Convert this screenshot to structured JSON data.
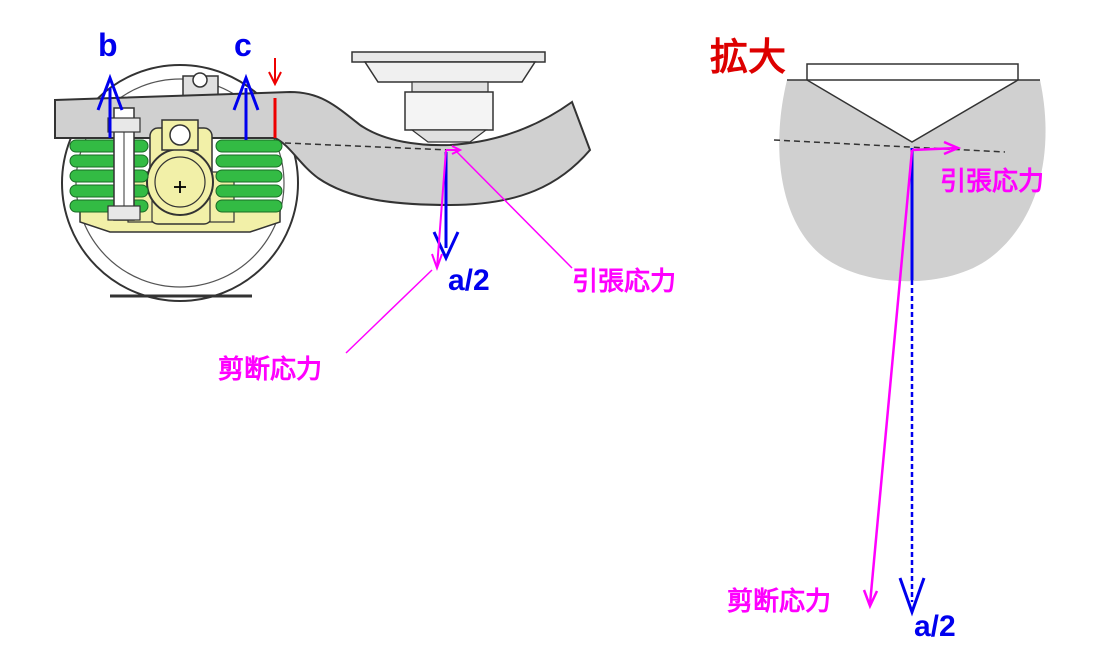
{
  "labels": {
    "b": "b",
    "c": "c",
    "a_half_left": "a/2",
    "a_half_right": "a/2",
    "tension_left": "引張応力",
    "tension_right": "引張応力",
    "shear_left": "剪断応力",
    "shear_right": "剪断応力",
    "zoom": "拡大"
  },
  "colors": {
    "force_arrow": "#0000ee",
    "stress": "#ff00ff",
    "highlight": "#ee0000",
    "frame_fill": "#d0d0d0",
    "spring": "#33bb44",
    "axlebox": "#f2f0a8",
    "outline": "#222222"
  },
  "icons": {
    "axle_center": "plus-mark"
  }
}
